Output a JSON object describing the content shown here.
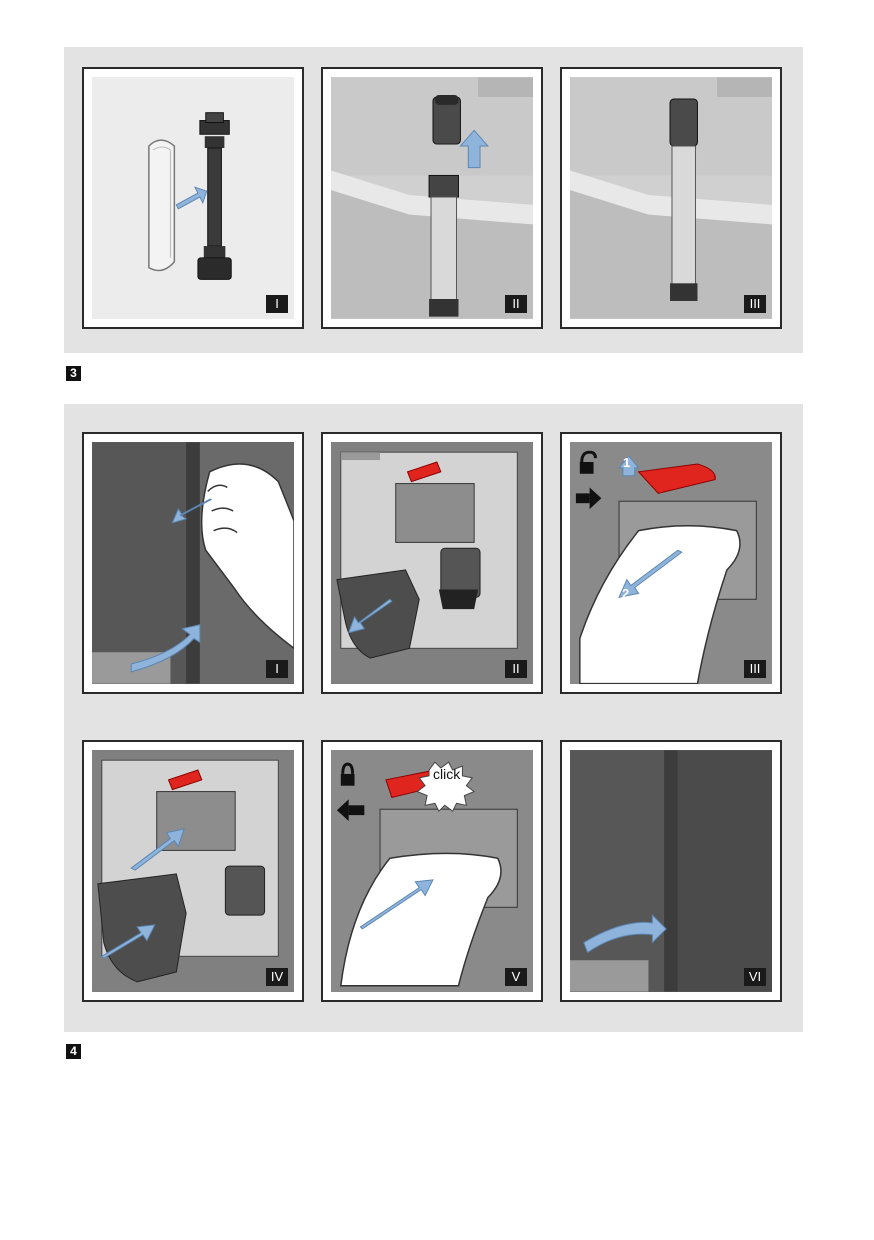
{
  "figure3": {
    "number": "3",
    "panels": [
      {
        "label": "I"
      },
      {
        "label": "II"
      },
      {
        "label": "III"
      }
    ]
  },
  "figure4": {
    "number": "4",
    "panels": [
      {
        "label": "I"
      },
      {
        "label": "II"
      },
      {
        "label": "III",
        "arrow_numbers": [
          "1",
          "2"
        ]
      },
      {
        "label": "IV"
      },
      {
        "label": "V",
        "callout": "click"
      },
      {
        "label": "VI"
      }
    ]
  },
  "colors": {
    "section_bg": "#e3e3e3",
    "arrow_blue": "#8fb4dc",
    "lever_red": "#e0241e",
    "panel_border": "#2a2a2a"
  },
  "icons": [
    "unlock-icon",
    "lock-icon",
    "push-arrow-right-icon",
    "push-arrow-left-icon"
  ]
}
